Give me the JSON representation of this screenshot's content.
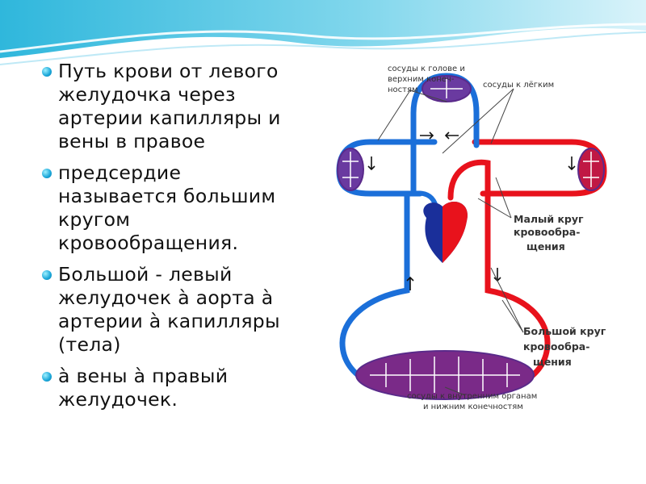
{
  "slide": {
    "bullets": [
      "Путь крови от левого желудочка через артерии капилляры и вены в правое",
      "предсердие называется большим кругом кровообращения.",
      "Большой - левый желудочек à аорта à артерии à капилляры (тела)",
      "à вены à правый желудочек."
    ]
  },
  "diagram": {
    "labels": {
      "head_vessels_1": "сосуды к голове и",
      "head_vessels_2": "верхним конеч-",
      "head_vessels_3": "ностям",
      "lung_vessels": "сосуды к лёгким",
      "small_circle_1": "Малый круг",
      "small_circle_2": "кровообра-",
      "small_circle_3": "щения",
      "big_circle_1": "Большой круг",
      "big_circle_2": "кровообра-",
      "big_circle_3": "щения",
      "organ_vessels_1": "сосуды к внутренним органам",
      "organ_vessels_2": "и нижним конечностям"
    },
    "colors": {
      "artery": "#e8121c",
      "vein": "#1b6fd9",
      "capillary": "#5a2a8a",
      "accent": "#29a9d6"
    }
  }
}
